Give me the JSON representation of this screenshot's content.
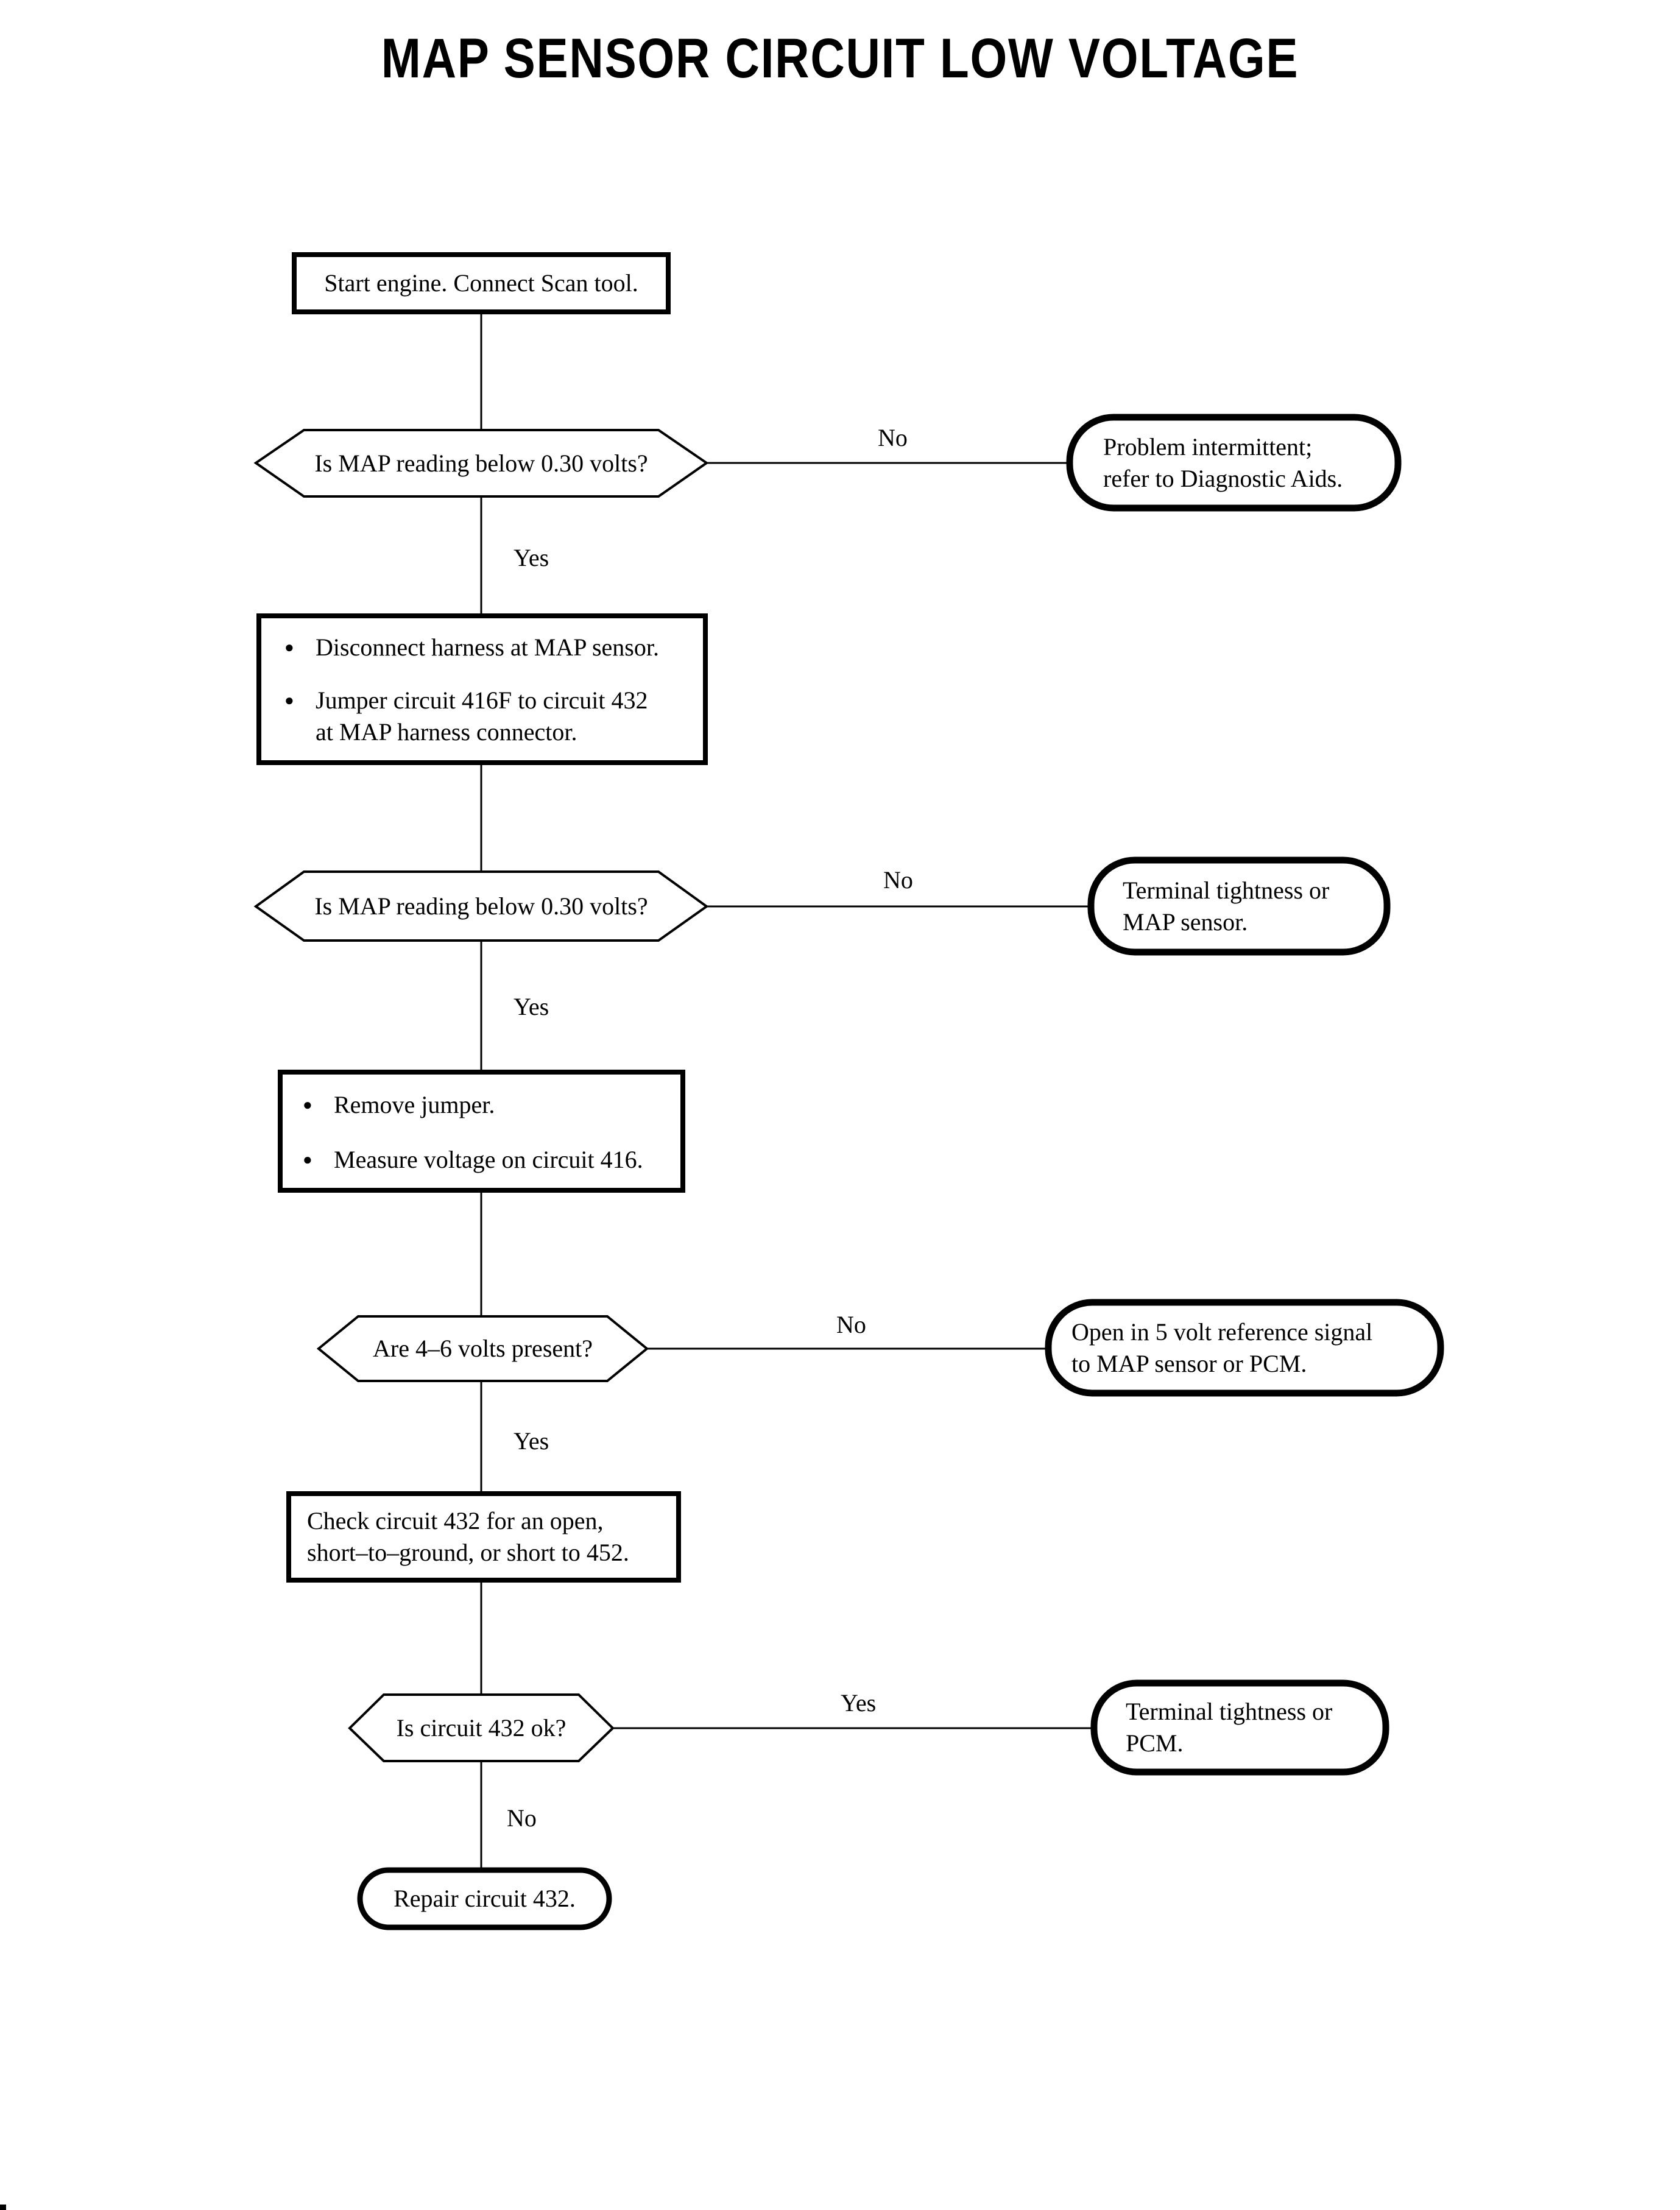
{
  "title": "MAP SENSOR CIRCUIT LOW VOLTAGE",
  "glyphs": {
    "bullet": "●"
  },
  "labels": {
    "yes": "Yes",
    "no": "No"
  },
  "nodes": {
    "start": "Start engine. Connect Scan tool.",
    "decision_map_reading_1": "Is MAP reading below 0.30 volts?",
    "result_intermittent": "Problem intermittent;\nrefer to Diagnostic Aids.",
    "action_jumper": {
      "item1": "Disconnect harness at MAP sensor.",
      "item2": "Jumper circuit 416F to circuit 432\nat MAP harness connector."
    },
    "decision_map_reading_2": "Is MAP reading below 0.30 volts?",
    "result_terminal_map": "Terminal tightness or\nMAP sensor.",
    "action_measure": {
      "item1": "Remove jumper.",
      "item2": "Measure voltage on circuit 416."
    },
    "decision_volts": "Are 4–6 volts present?",
    "result_open_reference": "Open in 5 volt reference signal\nto MAP sensor or PCM.",
    "action_check": "Check circuit 432 for an open,\nshort–to–ground, or short to 452.",
    "decision_circuit_ok": "Is circuit 432 ok?",
    "result_terminal_pcm": "Terminal tightness or\nPCM.",
    "terminal_repair": "Repair circuit 432."
  }
}
